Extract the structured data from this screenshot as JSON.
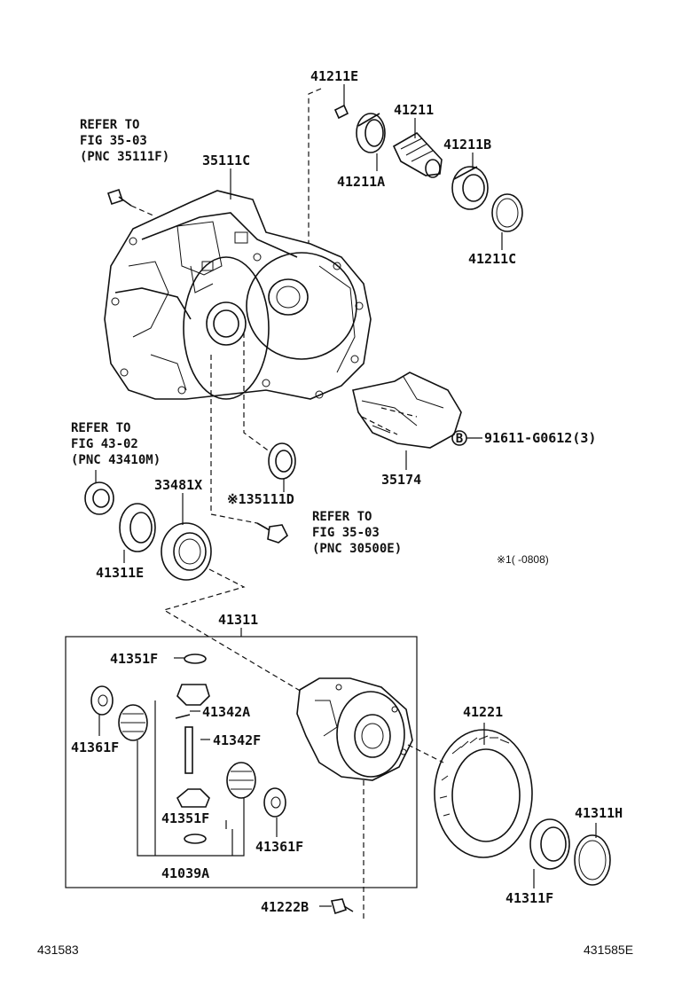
{
  "labels": {
    "p41211E": "41211E",
    "p41211": "41211",
    "p41211B": "41211B",
    "p41211A": "41211A",
    "p41211C": "41211C",
    "p35111C": "35111C",
    "refer1_line1": "REFER TO",
    "refer1_line2": "FIG 35-03",
    "refer1_line3": "(PNC 35111F)",
    "refer2_line1": "REFER TO",
    "refer2_line2": "FIG 43-02",
    "refer2_line3": "(PNC 43410M)",
    "refer3_line1": "REFER TO",
    "refer3_line2": "FIG 35-03",
    "refer3_line3": "(PNC 30500E)",
    "p33481X": "33481X",
    "p35111D": "※135111D",
    "p35174": "35174",
    "p91611": "91611-G0612(3)",
    "bolt_marker": "B",
    "p41311E": "41311E",
    "note_range": "※1(      -0808)",
    "p41311": "41311",
    "p41351F_top": "41351F",
    "p41342A": "41342A",
    "p41342F": "41342F",
    "p41361F_left": "41361F",
    "p41351F_bottom": "41351F",
    "p41361F_right": "41361F",
    "p41039A": "41039A",
    "p41221": "41221",
    "p41311H": "41311H",
    "p41311F": "41311F",
    "p41222B": "41222B",
    "footer_left": "431583",
    "footer_right": "431585E"
  }
}
